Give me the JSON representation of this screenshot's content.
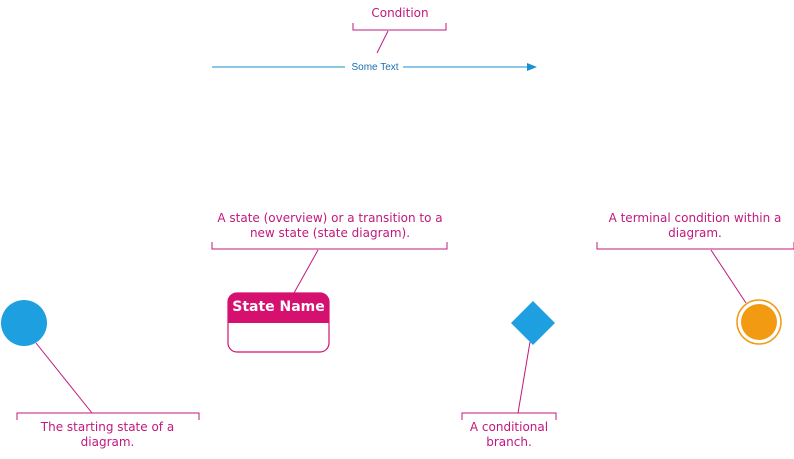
{
  "colors": {
    "annotation": "#c2187d",
    "state_fill": "#d6106f",
    "start_fill": "#1ea0e0",
    "decision_fill": "#1ea0e0",
    "end_fill": "#f29a12",
    "arrow": "#1a8fd1"
  },
  "transition": {
    "condition_label": "Condition",
    "text_label": "Some Text"
  },
  "state": {
    "name": "State Name",
    "annotation": "A state (overview) or a transition to a new state (state diagram)."
  },
  "start_state": {
    "annotation": "The starting state of a diagram."
  },
  "decision": {
    "annotation": "A conditional branch."
  },
  "end_state": {
    "annotation": "A terminal condition within a diagram."
  }
}
